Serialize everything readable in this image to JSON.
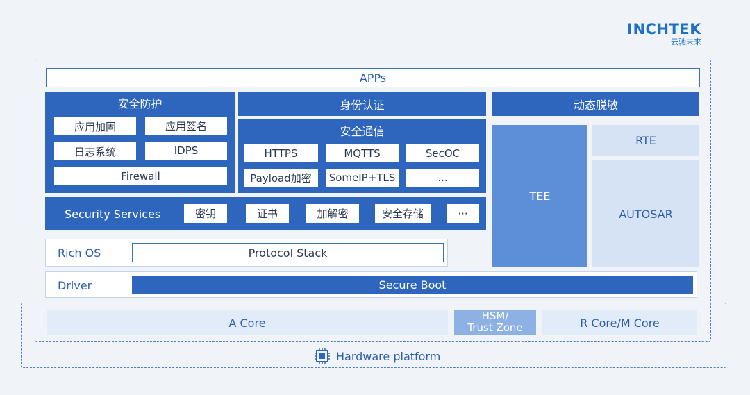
{
  "logo": {
    "brand": "INCHTEK",
    "sub": "云驰未来"
  },
  "apps": "APPs",
  "security_protection": {
    "title": "安全防护",
    "items": [
      "应用加固",
      "应用签名",
      "日志系统",
      "IDPS",
      "Firewall"
    ]
  },
  "identity_auth": "身份认证",
  "secure_comm": {
    "title": "安全通信",
    "items": [
      "HTTPS",
      "MQTTS",
      "SecOC",
      "Payload加密",
      "SomeIP+TLS",
      "..."
    ]
  },
  "desensitization": "动态脱敏",
  "tee": "TEE",
  "rte": "RTE",
  "autosar": "AUTOSAR",
  "security_services": {
    "title": "Security Services",
    "items": [
      "密钥",
      "证书",
      "加解密",
      "安全存储",
      "···"
    ]
  },
  "rich_os": "Rich OS",
  "protocol_stack": "Protocol Stack",
  "driver": "Driver",
  "secure_boot": "Secure Boot",
  "a_core": "A Core",
  "hsm": {
    "line1": "HSM/",
    "line2": "Trust Zone"
  },
  "r_core": "R Core/M Core",
  "hardware_platform": "Hardware platform",
  "colors": {
    "primary": "#2f66bd",
    "mid": "#5c8fd8",
    "light": "#d6e3f5",
    "background": "#f0f4f9"
  }
}
